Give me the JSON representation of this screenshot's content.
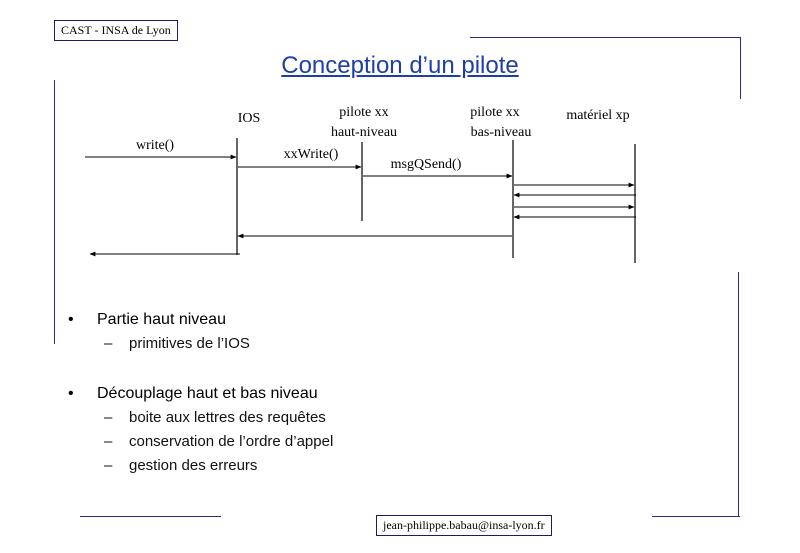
{
  "header": {
    "label": "CAST - INSA de Lyon"
  },
  "title": "Conception d’un pilote",
  "diagram": {
    "lanes": [
      {
        "id": "ios",
        "lines": [
          "IOS"
        ]
      },
      {
        "id": "pilote-haut",
        "lines": [
          "pilote xx",
          "haut-niveau"
        ]
      },
      {
        "id": "pilote-bas",
        "lines": [
          "pilote xx",
          "bas-niveau"
        ]
      },
      {
        "id": "materiel",
        "lines": [
          "matériel xp"
        ]
      }
    ],
    "messages": [
      {
        "label": "write()"
      },
      {
        "label": "xxWrite()"
      },
      {
        "label": "msgQSend()"
      }
    ]
  },
  "bullets": [
    {
      "text": "Partie haut niveau",
      "subitems": [
        "primitives de l’IOS"
      ]
    },
    {
      "text": "Découplage haut et bas niveau",
      "subitems": [
        "boite aux lettres des requêtes",
        "conservation de l’ordre d’appel",
        "gestion des erreurs"
      ]
    }
  ],
  "footer": {
    "label": "jean-philippe.babau@insa-lyon.fr"
  },
  "colors": {
    "title": "#1f3fa8",
    "frame": "#2a2a8a"
  }
}
